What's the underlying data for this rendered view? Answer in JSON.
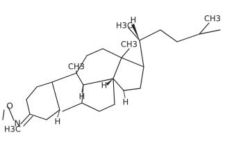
{
  "labels": {
    "o_atom": "O",
    "n_atom": "N",
    "h3c_methoxy": "H3C",
    "h_c5": "H",
    "h_c8": "H",
    "h_c9": "H",
    "h_c14": "H",
    "ch3_c10": "CH3",
    "ch3_c13": "CH3",
    "h3c_c20": "H3C",
    "h_c20": "H",
    "ch3_c25": "CH3"
  },
  "colors": {
    "bond": "#222222",
    "text": "#222222",
    "background": "#ffffff"
  }
}
